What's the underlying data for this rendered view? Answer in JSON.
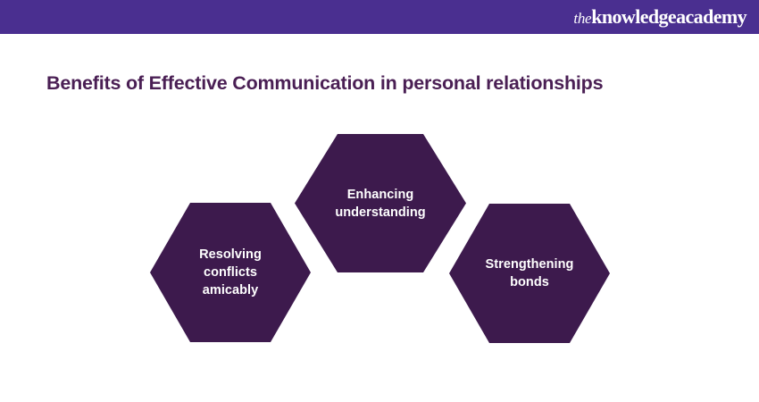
{
  "header": {
    "background_color": "#4a2f90",
    "logo": {
      "prefix": "the",
      "name": "knowledgeacademy"
    }
  },
  "title": {
    "text": "Benefits of Effective Communication in personal relationships",
    "color": "#4a1f54"
  },
  "diagram": {
    "type": "hexagon-cluster",
    "shape_color": "#3d1a4d",
    "label_color": "#ffffff",
    "items": [
      {
        "label": "Resolving\nconflicts\namicably",
        "position": "left"
      },
      {
        "label": "Enhancing\nunderstanding",
        "position": "middle"
      },
      {
        "label": "Strengthening\nbonds",
        "position": "right"
      }
    ]
  },
  "canvas": {
    "background_color": "#ffffff"
  }
}
